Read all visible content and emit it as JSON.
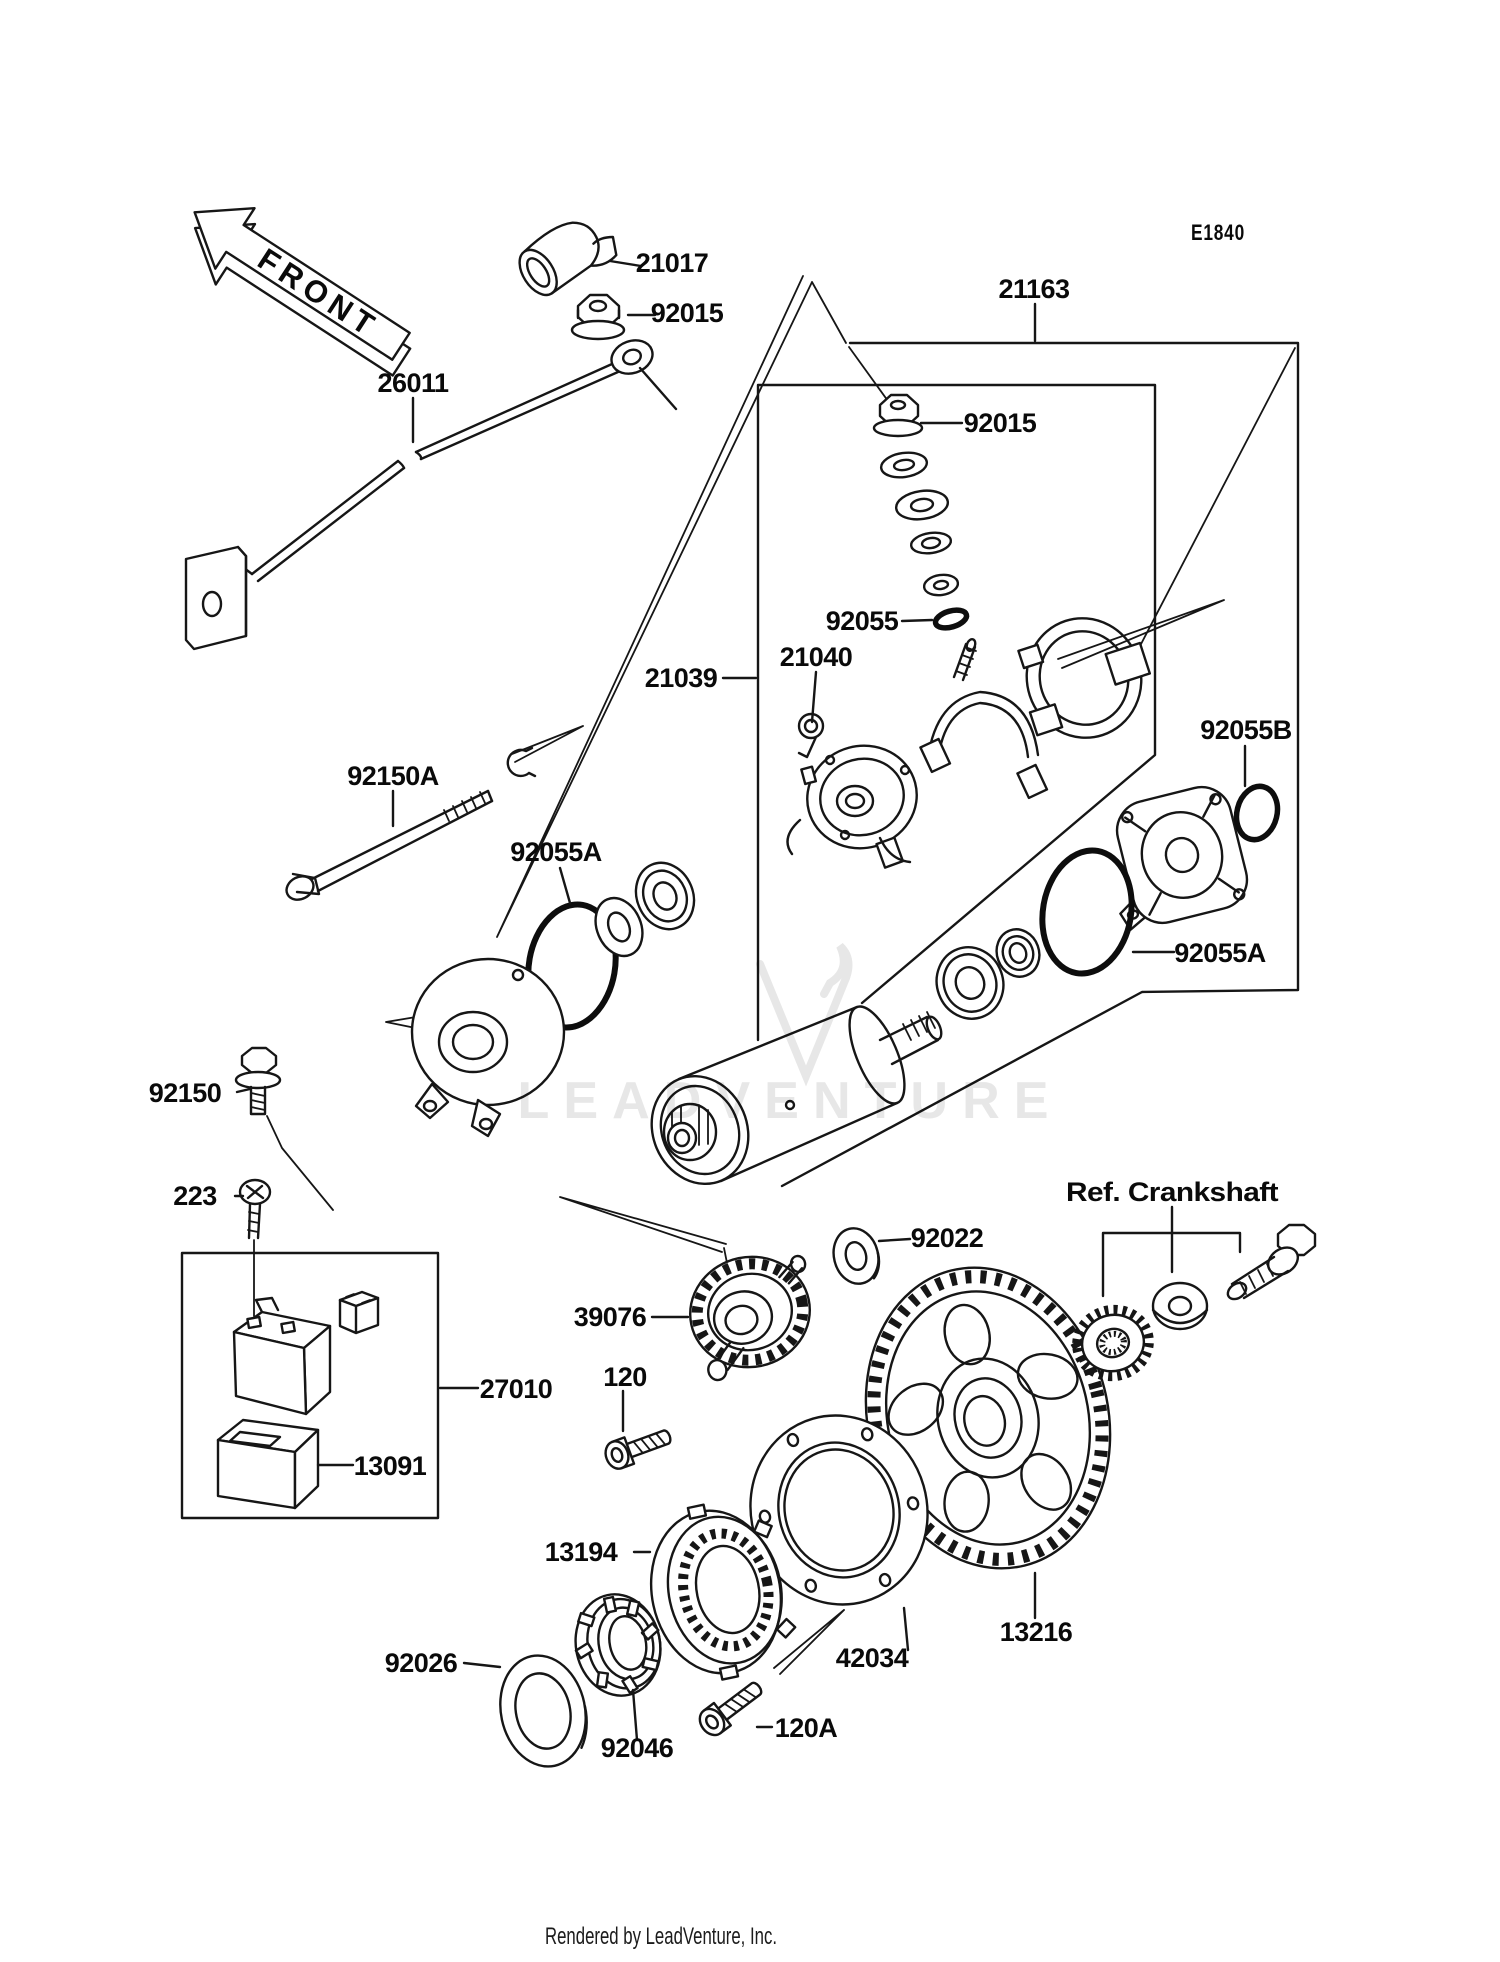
{
  "doc": {
    "code": "E1840",
    "front": "FRONT",
    "watermark": "LEADVENTURE",
    "footer": "Rendered by LeadVenture, Inc."
  },
  "labels": {
    "l21017": "21017",
    "l92015a": "92015",
    "l26011": "26011",
    "l21163": "21163",
    "l92015b": "92015",
    "l92055": "92055",
    "l21040": "21040",
    "l21039": "21039",
    "l92150a": "92150A",
    "l92055b": "92055B",
    "l92055a_left": "92055A",
    "l92055a_right": "92055A",
    "l92150": "92150",
    "l223": "223",
    "l27010": "27010",
    "l13091": "13091",
    "l39076": "39076",
    "l92022": "92022",
    "l120": "120",
    "l13194": "13194",
    "l42034": "42034",
    "l13216": "13216",
    "l92026": "92026",
    "l92046": "92046",
    "l120a": "120A",
    "ref_crankshaft": "Ref. Crankshaft"
  }
}
